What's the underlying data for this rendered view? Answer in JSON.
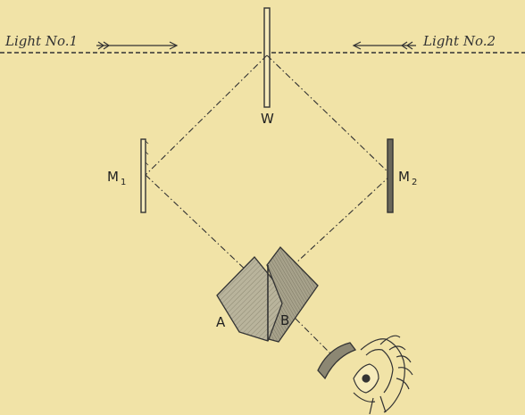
{
  "labels": {
    "light1": "Light No.1",
    "light2": "Light No.2",
    "W": "W",
    "M1": "M",
    "M1_sub": "1",
    "M2": "M",
    "M2_sub": "2",
    "A": "A",
    "B": "B"
  },
  "colors": {
    "background": "#f1e3a7",
    "ink": "#333333",
    "prism_fill": "#b7b29a"
  }
}
